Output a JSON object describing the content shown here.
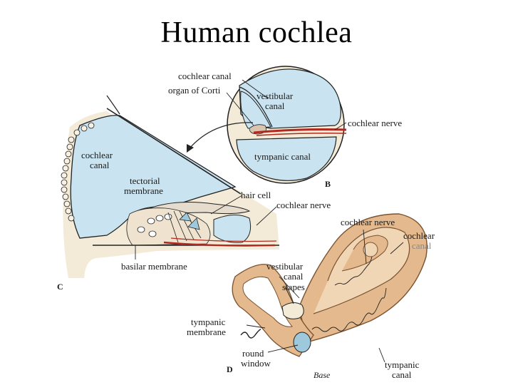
{
  "title": "Human cochlea",
  "labels": {
    "panel_b": {
      "cochlear_canal": "cochlear canal",
      "organ_of_corti": "organ of Corti",
      "vestibular_canal": [
        "vestibular",
        "canal"
      ],
      "cochlear_nerve": "cochlear nerve",
      "tympanic_canal": "tympanic canal",
      "letter": "B"
    },
    "panel_c": {
      "cochlear_canal": [
        "cochlear",
        "canal"
      ],
      "tectorial_membrane": [
        "tectorial",
        "membrane"
      ],
      "hair_cell": "hair cell",
      "cochlear_nerve": "cochlear nerve",
      "basilar_membrane": "basilar membrane",
      "letter": "C"
    },
    "panel_d": {
      "cochlear_nerve": "cochlear nerve",
      "cochlear_canal": [
        "cochlear",
        "canal"
      ],
      "vestibular_canal": [
        "vestibular",
        "canal"
      ],
      "stapes": "stapes",
      "tympanic_membrane": [
        "tympanic",
        "membrane"
      ],
      "round_window": [
        "round",
        "window"
      ],
      "base": "Base",
      "tympanic_canal": [
        "tympanic",
        "canal"
      ],
      "letter": "D"
    }
  },
  "colors": {
    "fluid": "#c9e4f0",
    "tissue": "#f3ead8",
    "bone": "#e3b98d",
    "nerve": "#b02a20",
    "line": "#222222"
  }
}
